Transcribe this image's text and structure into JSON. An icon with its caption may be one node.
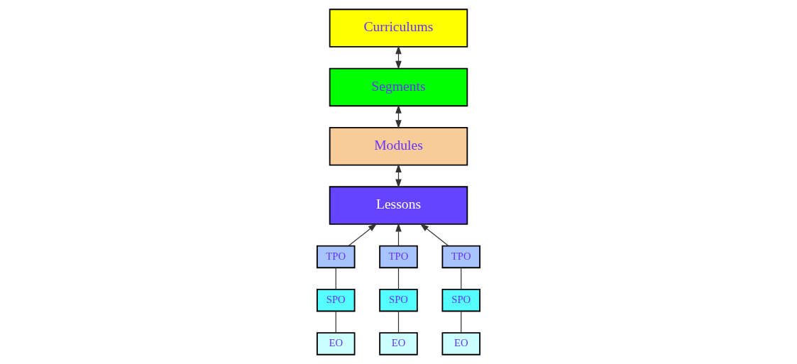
{
  "diagram": {
    "nodes": [
      {
        "text": [
          "Curriculums"
        ]
      },
      {
        "text": [
          "Segments"
        ]
      },
      {
        "text": [
          "Modules"
        ]
      },
      {
        "text": [
          "Lessons"
        ]
      },
      {
        "text": [
          "TPO"
        ]
      },
      {
        "text": [
          "TPO"
        ]
      },
      {
        "text": [
          "TPO"
        ]
      },
      {
        "text": [
          "SPO"
        ]
      },
      {
        "text": [
          "SPO"
        ]
      },
      {
        "text": [
          "SPO"
        ]
      },
      {
        "text": [
          "EO"
        ]
      },
      {
        "text": [
          "EO"
        ]
      },
      {
        "text": [
          "EO"
        ]
      }
    ],
    "edges": [
      {
        "from": 0,
        "to": 1,
        "arrow": "both"
      },
      {
        "from": 1,
        "to": 2,
        "arrow": "both"
      },
      {
        "from": 2,
        "to": 3,
        "arrow": "both"
      },
      {
        "from": 4,
        "to": 3,
        "arrow": "to"
      },
      {
        "from": 5,
        "to": 3,
        "arrow": "to"
      },
      {
        "from": 6,
        "to": 3,
        "arrow": "to"
      },
      {
        "from": 4,
        "to": 7,
        "arrow": "none"
      },
      {
        "from": 5,
        "to": 8,
        "arrow": "none"
      },
      {
        "from": 6,
        "to": 9,
        "arrow": "none"
      },
      {
        "from": 7,
        "to": 10,
        "arrow": "none"
      },
      {
        "from": 8,
        "to": 11,
        "arrow": "none"
      },
      {
        "from": 9,
        "to": 12,
        "arrow": "none"
      }
    ]
  }
}
